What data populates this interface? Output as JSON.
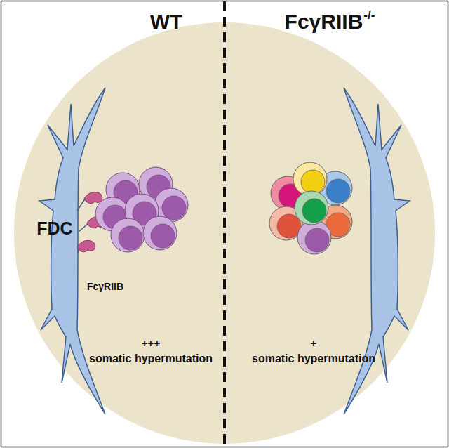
{
  "diagram": {
    "labels": [
      "WT",
      "FcγRIIB",
      "-/-",
      "FDC",
      "FcγRIIB",
      "+++",
      "somatic hypermutation",
      "+",
      "somatic hypermutation"
    ]
  }
}
